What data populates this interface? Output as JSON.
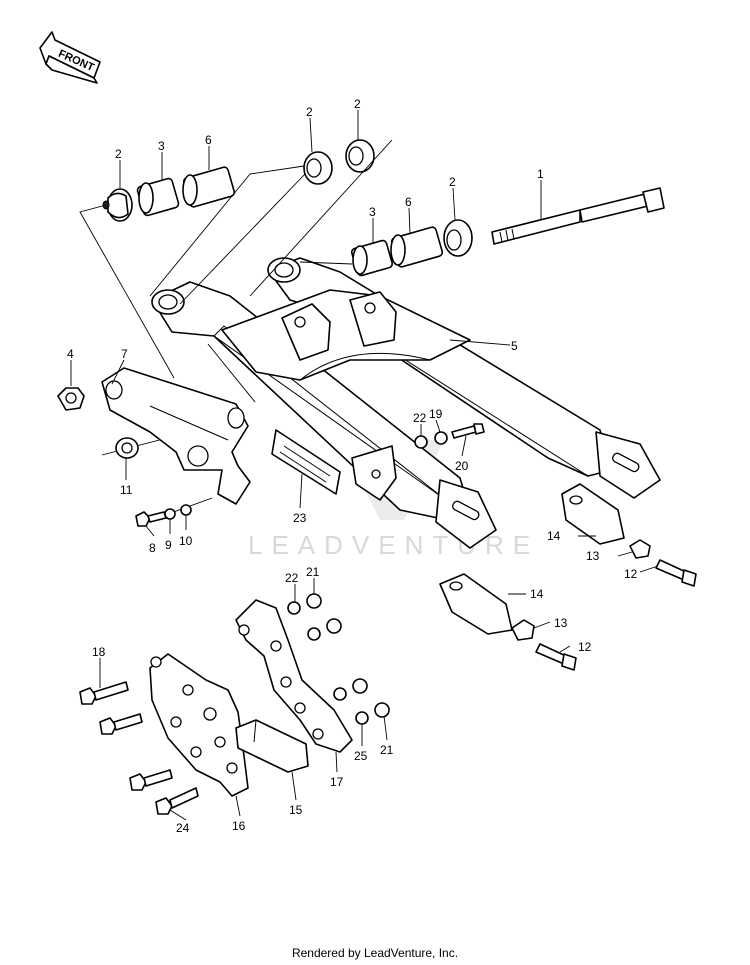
{
  "diagram": {
    "front_arrow_label": "FRONT",
    "watermark": "LEADVENTURE",
    "footer": "Rendered by LeadVenture, Inc.",
    "callouts": {
      "c1": "1",
      "c2a": "2",
      "c2b": "2",
      "c2c": "2",
      "c2d": "2",
      "c3a": "3",
      "c3b": "3",
      "c4": "4",
      "c5": "5",
      "c6a": "6",
      "c6b": "6",
      "c7": "7",
      "c8": "8",
      "c9": "9",
      "c10": "10",
      "c11": "11",
      "c12a": "12",
      "c12b": "12",
      "c13a": "13",
      "c13b": "13",
      "c14a": "14",
      "c14b": "14",
      "c15": "15",
      "c16": "16",
      "c17": "17",
      "c18": "18",
      "c19": "19",
      "c20": "20",
      "c21a": "21",
      "c21b": "21",
      "c22a": "22",
      "c22b": "22",
      "c23": "23",
      "c24": "24",
      "c25": "25"
    }
  }
}
